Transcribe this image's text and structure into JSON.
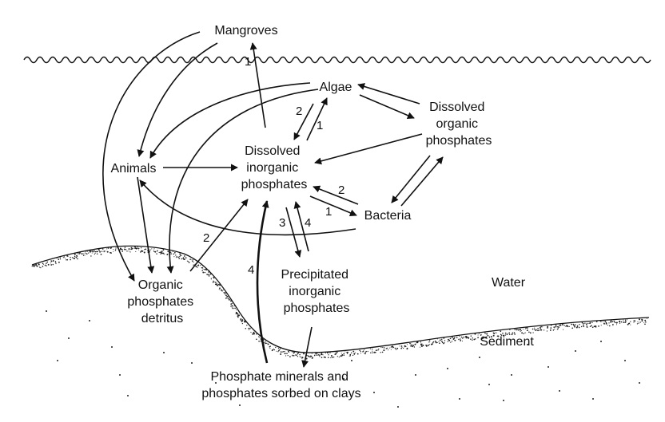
{
  "nodes": {
    "mangroves": "Mangroves",
    "algae": "Algae",
    "animals": "Animals",
    "dissolved_inorganic": [
      "Dissolved",
      "inorganic",
      "phosphates"
    ],
    "dissolved_organic": [
      "Dissolved",
      "organic",
      "phosphates"
    ],
    "bacteria": "Bacteria",
    "organic_detritus": [
      "Organic",
      "phosphates",
      "detritus"
    ],
    "precipitated": [
      "Precipitated",
      "inorganic",
      "phosphates"
    ],
    "minerals": [
      "Phosphate minerals and",
      "phosphates sorbed on clays"
    ]
  },
  "zones": {
    "water": "Water",
    "sediment": "Sediment"
  },
  "arrow_labels": {
    "dip_to_mangroves": "1",
    "algae_to_dip": "2",
    "dip_to_algae": "1",
    "bacteria_to_dip": "2",
    "dip_to_bacteria": "1",
    "detritus_to_dip": "2",
    "dip_to_precipitated": "3",
    "precipitated_to_dip": "4",
    "minerals_to_dip": "4"
  }
}
